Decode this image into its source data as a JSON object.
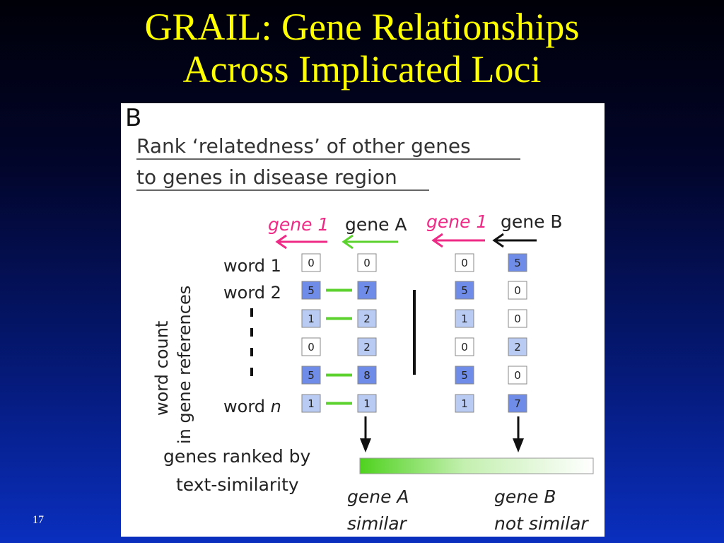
{
  "slide": {
    "title_line1": "GRAIL: Gene Relationships",
    "title_line2": "Across Implicated Loci",
    "page_number": "17"
  },
  "figure": {
    "panel_letter": "B",
    "heading_line1": "Rank ‘relatedness’ of other genes",
    "heading_line2": "to genes in disease region",
    "column_labels": {
      "gene1_a": "gene 1",
      "gene_a": "gene A",
      "gene1_b": "gene 1",
      "gene_b": "gene B"
    },
    "axis_label_line1": "word count",
    "axis_label_line2": "in gene references",
    "row_labels": {
      "word1": "word 1",
      "word2": "word 2",
      "wordn_prefix": "word ",
      "wordn_var": "n"
    },
    "columns": {
      "gene1_left": [
        "0",
        "5",
        "1",
        "0",
        "5",
        "1"
      ],
      "gene_a": [
        "0",
        "7",
        "2",
        "2",
        "8",
        "1"
      ],
      "gene1_right": [
        "0",
        "5",
        "1",
        "0",
        "5",
        "1"
      ],
      "gene_b": [
        "5",
        "0",
        "0",
        "2",
        "0",
        "7"
      ]
    },
    "ranked_label_line1": "genes ranked by",
    "ranked_label_line2": "text-similarity",
    "result_a_name": "gene A",
    "result_a_status": "similar",
    "result_b_name": "gene B",
    "result_b_status": "not similar",
    "colors": {
      "title": "#ffff00",
      "pink_arrow": "#ee2a86",
      "green": "#5cd22e",
      "box_dark": "#6f8de8",
      "box_light": "#b9caf3",
      "box_white": "#ffffff"
    }
  }
}
